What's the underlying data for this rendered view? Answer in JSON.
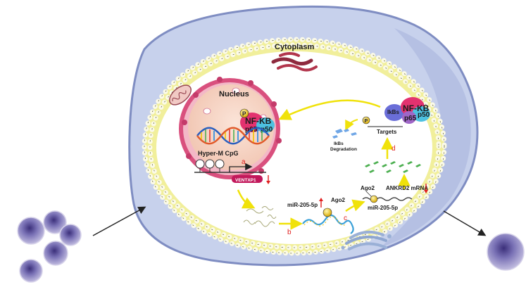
{
  "labels": {
    "cytoplasm": "Cytoplasm",
    "nucleus": "Nucleus",
    "phospho": "P",
    "nfkb": "NF-KB",
    "p65": "p65",
    "p50": "p50",
    "ikbs": "IkBs",
    "targets": "Targets",
    "ikbs_degradation_1": "IkBs",
    "ikbs_degradation_2": "Degradation",
    "hyper_m_cpg": "Hyper-M CpG",
    "ventxp1": "VENTXP1",
    "mir205_left": "miR-205-5p",
    "ago2_left": "Ago2",
    "ago2_right": "Ago2",
    "ankrd2": "ANKRD2 mRNA",
    "mir205_right": "miR-205-5p"
  },
  "step_labels": {
    "a": "a",
    "b": "b",
    "c": "c",
    "d": "d"
  },
  "colors": {
    "cell_body": "#c7d1ec",
    "cell_edge": "#8c9acb",
    "membrane_yellow": "#f1ef9b",
    "vesicle": "#f9f7d6",
    "nucleus_outer": "#d9507e",
    "nucleus_fill": "#f6d2c2",
    "nfkb_pink": "#e3326f",
    "p50_blue": "#4dc1e0",
    "ikbs_purple": "#6a6ed8",
    "arrow_yellow": "#f0e20a",
    "indicator_red": "#e02020",
    "tumor_cell": "#6a62a8"
  }
}
